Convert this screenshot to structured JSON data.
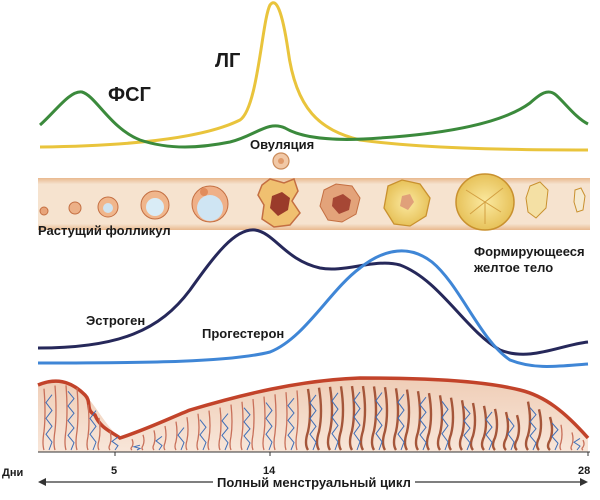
{
  "hormones": {
    "fsh_label": "ФСГ",
    "lh_label": "ЛГ",
    "ovulation_label": "Овуляция",
    "estrogen_label": "Эстроген",
    "progesterone_label": "Прогестерон",
    "colors": {
      "fsh": "#3b8a3c",
      "lh": "#e9c43c",
      "estrogen": "#26285a",
      "progesterone": "#3f86d6"
    }
  },
  "ovary": {
    "growing_follicle_label": "Растущий фолликул",
    "corpus_luteum_label_line1": "Формирующееся",
    "corpus_luteum_label_line2": "желтое тело",
    "band_color": "#f3dcc6"
  },
  "endometrium": {
    "tissue_color": "#f2d9c8",
    "surface_color": "#c2432a"
  },
  "axis": {
    "days_label": "Дни",
    "cycle_label": "Полный менструальный цикл",
    "ticks": [
      "5",
      "14",
      "28"
    ]
  }
}
